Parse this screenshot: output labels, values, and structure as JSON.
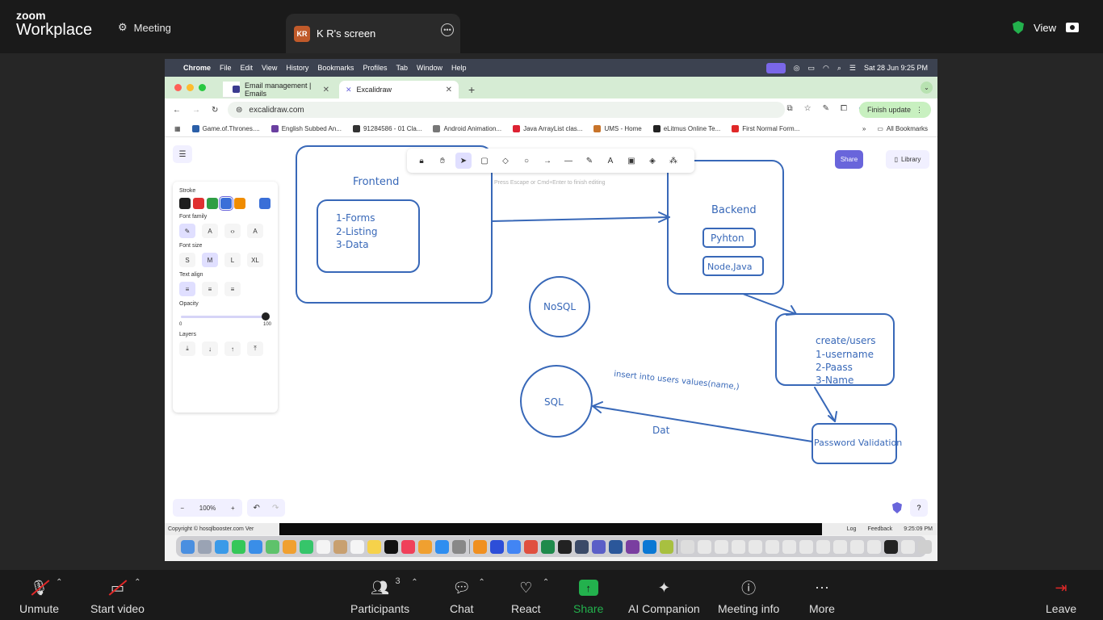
{
  "zoom": {
    "brand_line1": "zoom",
    "brand_line2": "Workplace",
    "meeting_label": "Meeting",
    "screen_tab_initials": "KR",
    "screen_tab_label": "K R's screen",
    "view_label": "View",
    "bottom": {
      "unmute": "Unmute",
      "start_video": "Start video",
      "participants": "Participants",
      "participants_count": "3",
      "chat": "Chat",
      "react": "React",
      "share": "Share",
      "ai_companion": "AI Companion",
      "meeting_info": "Meeting info",
      "more": "More",
      "leave": "Leave"
    }
  },
  "mac_menubar": {
    "app": "Chrome",
    "items": [
      "File",
      "Edit",
      "View",
      "History",
      "Bookmarks",
      "Profiles",
      "Tab",
      "Window",
      "Help"
    ],
    "datetime": "Sat 28 Jun  9:25 PM"
  },
  "browser": {
    "tabs": [
      {
        "label": "Email management | Emails",
        "active": false
      },
      {
        "label": "Excalidraw",
        "active": true
      }
    ],
    "url": "excalidraw.com",
    "finish_update": "Finish update",
    "bookmarks": [
      "Game.of.Thrones....",
      "English Subbed An...",
      "91284586 - 01 Cla...",
      "Android Animation...",
      "Java ArrayList clas...",
      "UMS - Home",
      "eLitmus Online Te...",
      "First Normal Form..."
    ],
    "all_bookmarks": "All Bookmarks"
  },
  "excalidraw": {
    "props": {
      "stroke_label": "Stroke",
      "stroke_colors": [
        "#1e1e1e",
        "#e03131",
        "#2f9e44",
        "#3a6fd8",
        "#f08c00"
      ],
      "selected_stroke": "#3a6fd8",
      "font_family_label": "Font family",
      "font_size_label": "Font size",
      "font_sizes": [
        "S",
        "M",
        "L",
        "XL"
      ],
      "text_align_label": "Text align",
      "opacity_label": "Opacity",
      "opacity_min": "0",
      "opacity_max": "100",
      "opacity_value": 100,
      "layers_label": "Layers"
    },
    "hint": "Press Escape or Cmd+Enter to finish editing",
    "share_label": "Share",
    "library_label": "Library",
    "zoom_level": "100%",
    "drawing": {
      "frontend": "Frontend",
      "frontend_items": [
        "1-Forms",
        "2-Listing",
        "3-Data"
      ],
      "backend": "Backend",
      "backend_items": [
        "Pyhton",
        "Node,Java"
      ],
      "nosql": "NoSQL",
      "sql": "SQL",
      "users_lines": [
        "create/users",
        "1-username",
        "2-Paass",
        "3-Name"
      ],
      "insert_note": "insert into users values(name,)",
      "dat": "Dat",
      "password": "Password Validation"
    },
    "stroke_color": "#3868b8"
  },
  "statusbar": {
    "left": "Copyright ©   hosqlbooster.com   Ver",
    "log": "Log",
    "feedback": "Feedback",
    "time": "9:25:09 PM"
  }
}
